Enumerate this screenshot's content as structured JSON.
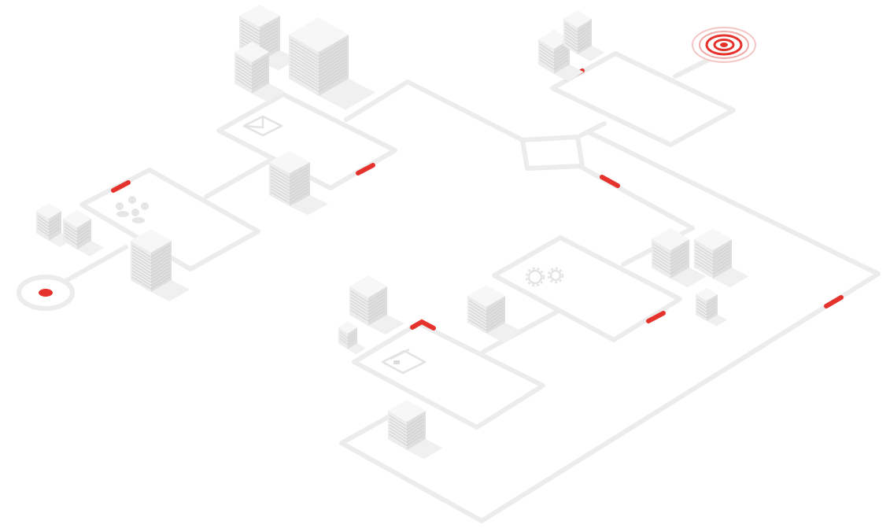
{
  "colors": {
    "background": "#ffffff",
    "track": "#ececec",
    "accent": "#e5322c",
    "server_top": "#f7f7f7",
    "server_left": "#ececec",
    "server_right": "#dedede",
    "server_stripe": "#cfcfcf"
  },
  "icons": [
    "envelope-icon",
    "people-icon",
    "gears-icon",
    "card-icon",
    "target-icon",
    "origin-dot-icon"
  ],
  "nodes": [
    "mail-panel",
    "users-panel",
    "settings-panel",
    "payment-panel",
    "destination-panel",
    "junction-node"
  ]
}
